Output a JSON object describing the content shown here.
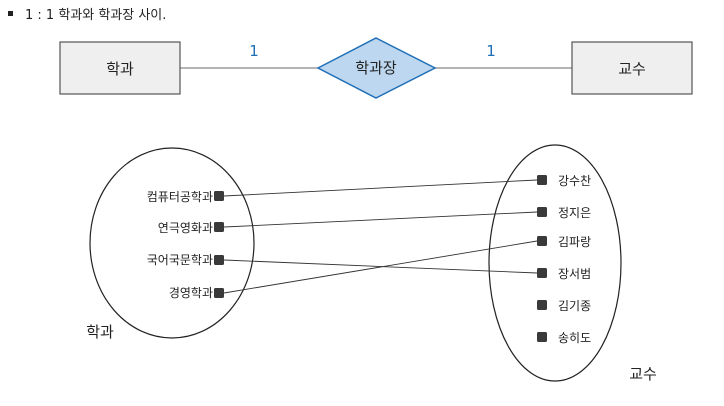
{
  "heading": "1 : 1 학과와 학과장 사이.",
  "erd": {
    "left_entity": "학과",
    "relationship": "학과장",
    "right_entity": "교수",
    "left_cardinality": "1",
    "right_cardinality": "1"
  },
  "mapping": {
    "left_set_label": "학과",
    "right_set_label": "교수",
    "departments": [
      "컴퓨터공학과",
      "연극영화과",
      "국어국문학과",
      "경영학과"
    ],
    "professors": [
      "강수찬",
      "정지은",
      "김파랑",
      "장서범",
      "김기종",
      "송히도"
    ],
    "links": [
      {
        "department": "컴퓨터공학과",
        "professor": "강수찬"
      },
      {
        "department": "연극영화과",
        "professor": "정지은"
      },
      {
        "department": "국어국문학과",
        "professor": "장서범"
      },
      {
        "department": "경영학과",
        "professor": "김파랑"
      }
    ]
  },
  "colors": {
    "entity_fill": "#efefef",
    "relationship_fill": "#bcd7ef",
    "relationship_stroke": "#1f6fb8",
    "cardinality": "#1f6fb8"
  }
}
